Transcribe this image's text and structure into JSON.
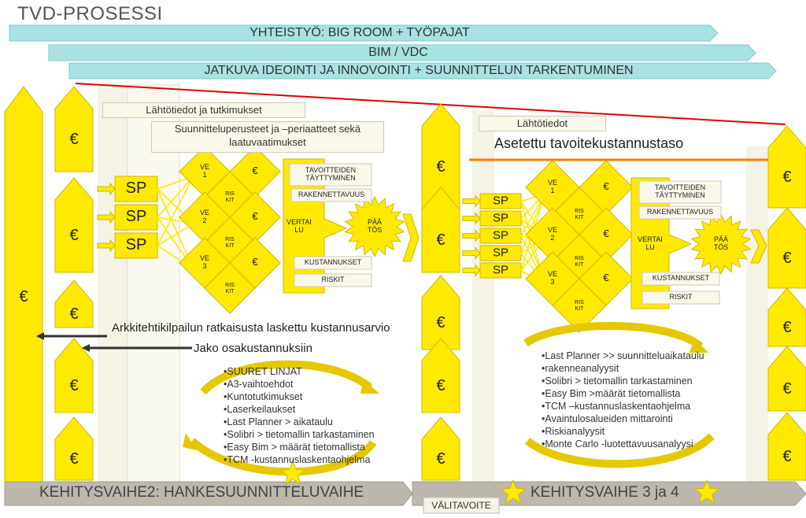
{
  "title": "TVD-PROSESSI",
  "banners": [
    "YHTEISTYÖ: BIG ROOM + TYÖPAJAT",
    "BIM / VDC",
    "JATKUVA IDEOINTI JA INNOVOINTI + SUUNNITTELUN TARKENTUMINEN"
  ],
  "left_stage": {
    "input_label_1": "Lähtötiedot ja tutkimukset",
    "input_label_2_line1": "Suunnitteluperusteet ja –periaatteet sekä",
    "input_label_2_line2": "laatuvaatimukset",
    "sp": [
      "SP",
      "SP",
      "SP"
    ],
    "ve": [
      "VE\n1",
      "VE\n2",
      "VE\n3"
    ],
    "risk": [
      "RIS\nKIT",
      "RIS\nKIT",
      "RIS\nKIT"
    ],
    "criteria_top": [
      "TAVOITTEIDEN\nTÄYTTYMINEN",
      "RAKENNETTAVUUS"
    ],
    "criteria_bottom": [
      "KUSTANNUKSET",
      "RISKIT"
    ],
    "compare": "VERTAI\nLU",
    "decision": "PÄÄ\nTÖS",
    "note_1": "Arkkitehtikilpailun ratkaisusta laskettu kustannusarvio",
    "note_2": "Jako osakustannuksiin",
    "tools": [
      "•SUURET LINJAT",
      "•A3-vaihtoehdot",
      "•Kuntotutkimukset",
      "•Laserkeilaukset",
      "•Last Planner > aikataulu",
      "•Solibri > tietomallin tarkastaminen",
      "•Easy Bim > määrät tietomallista",
      "•TCM -kustannuslaskentaohjelma"
    ],
    "phase": "KEHITYSVAIHE2: HANKESUUNNITTELUVAIHE"
  },
  "right_stage": {
    "input_label": "Lähtötiedot",
    "target": "Asetettu tavoitekustannustaso",
    "sp": [
      "SP",
      "SP",
      "SP",
      "SP",
      "SP"
    ],
    "ve": [
      "VE\n1",
      "VE\n2",
      "VE\n3"
    ],
    "risk": [
      "RIS\nKIT",
      "RIS\nKIT",
      "RIS\nKIT"
    ],
    "criteria_top": [
      "TAVOITTEIDEN\nTÄYTTYMINEN",
      "RAKENNETTAVUUS"
    ],
    "criteria_bottom": [
      "KUSTANNUKSET",
      "RISKIT"
    ],
    "compare": "VERTAI\nLU",
    "decision": "PÄÄ\nTÖS",
    "tools": [
      "•Last Planner >> suunnitteluaikataulu",
      "•rakenneanalyysit",
      "•Solibri > tietomallin tarkastaminen",
      "•Easy Bim >määrät tietomallista",
      "•TCM –kustannuslaskentaohjelma",
      "•Avaintulosalueiden mittarointi",
      "•Riskianalyysit",
      "•Monte Carlo -luotettavuusanalyysi"
    ],
    "milestone": "VÄLITAVOITE",
    "phase": "KEHITYSVAIHE 3 ja 4"
  },
  "euro": "€",
  "colors": {
    "yellow": "#ffe900",
    "banner": "#a8e2e2",
    "phase_bar": "#bdb8ad",
    "red_line": "#e00000",
    "orange_line": "#f08000"
  }
}
